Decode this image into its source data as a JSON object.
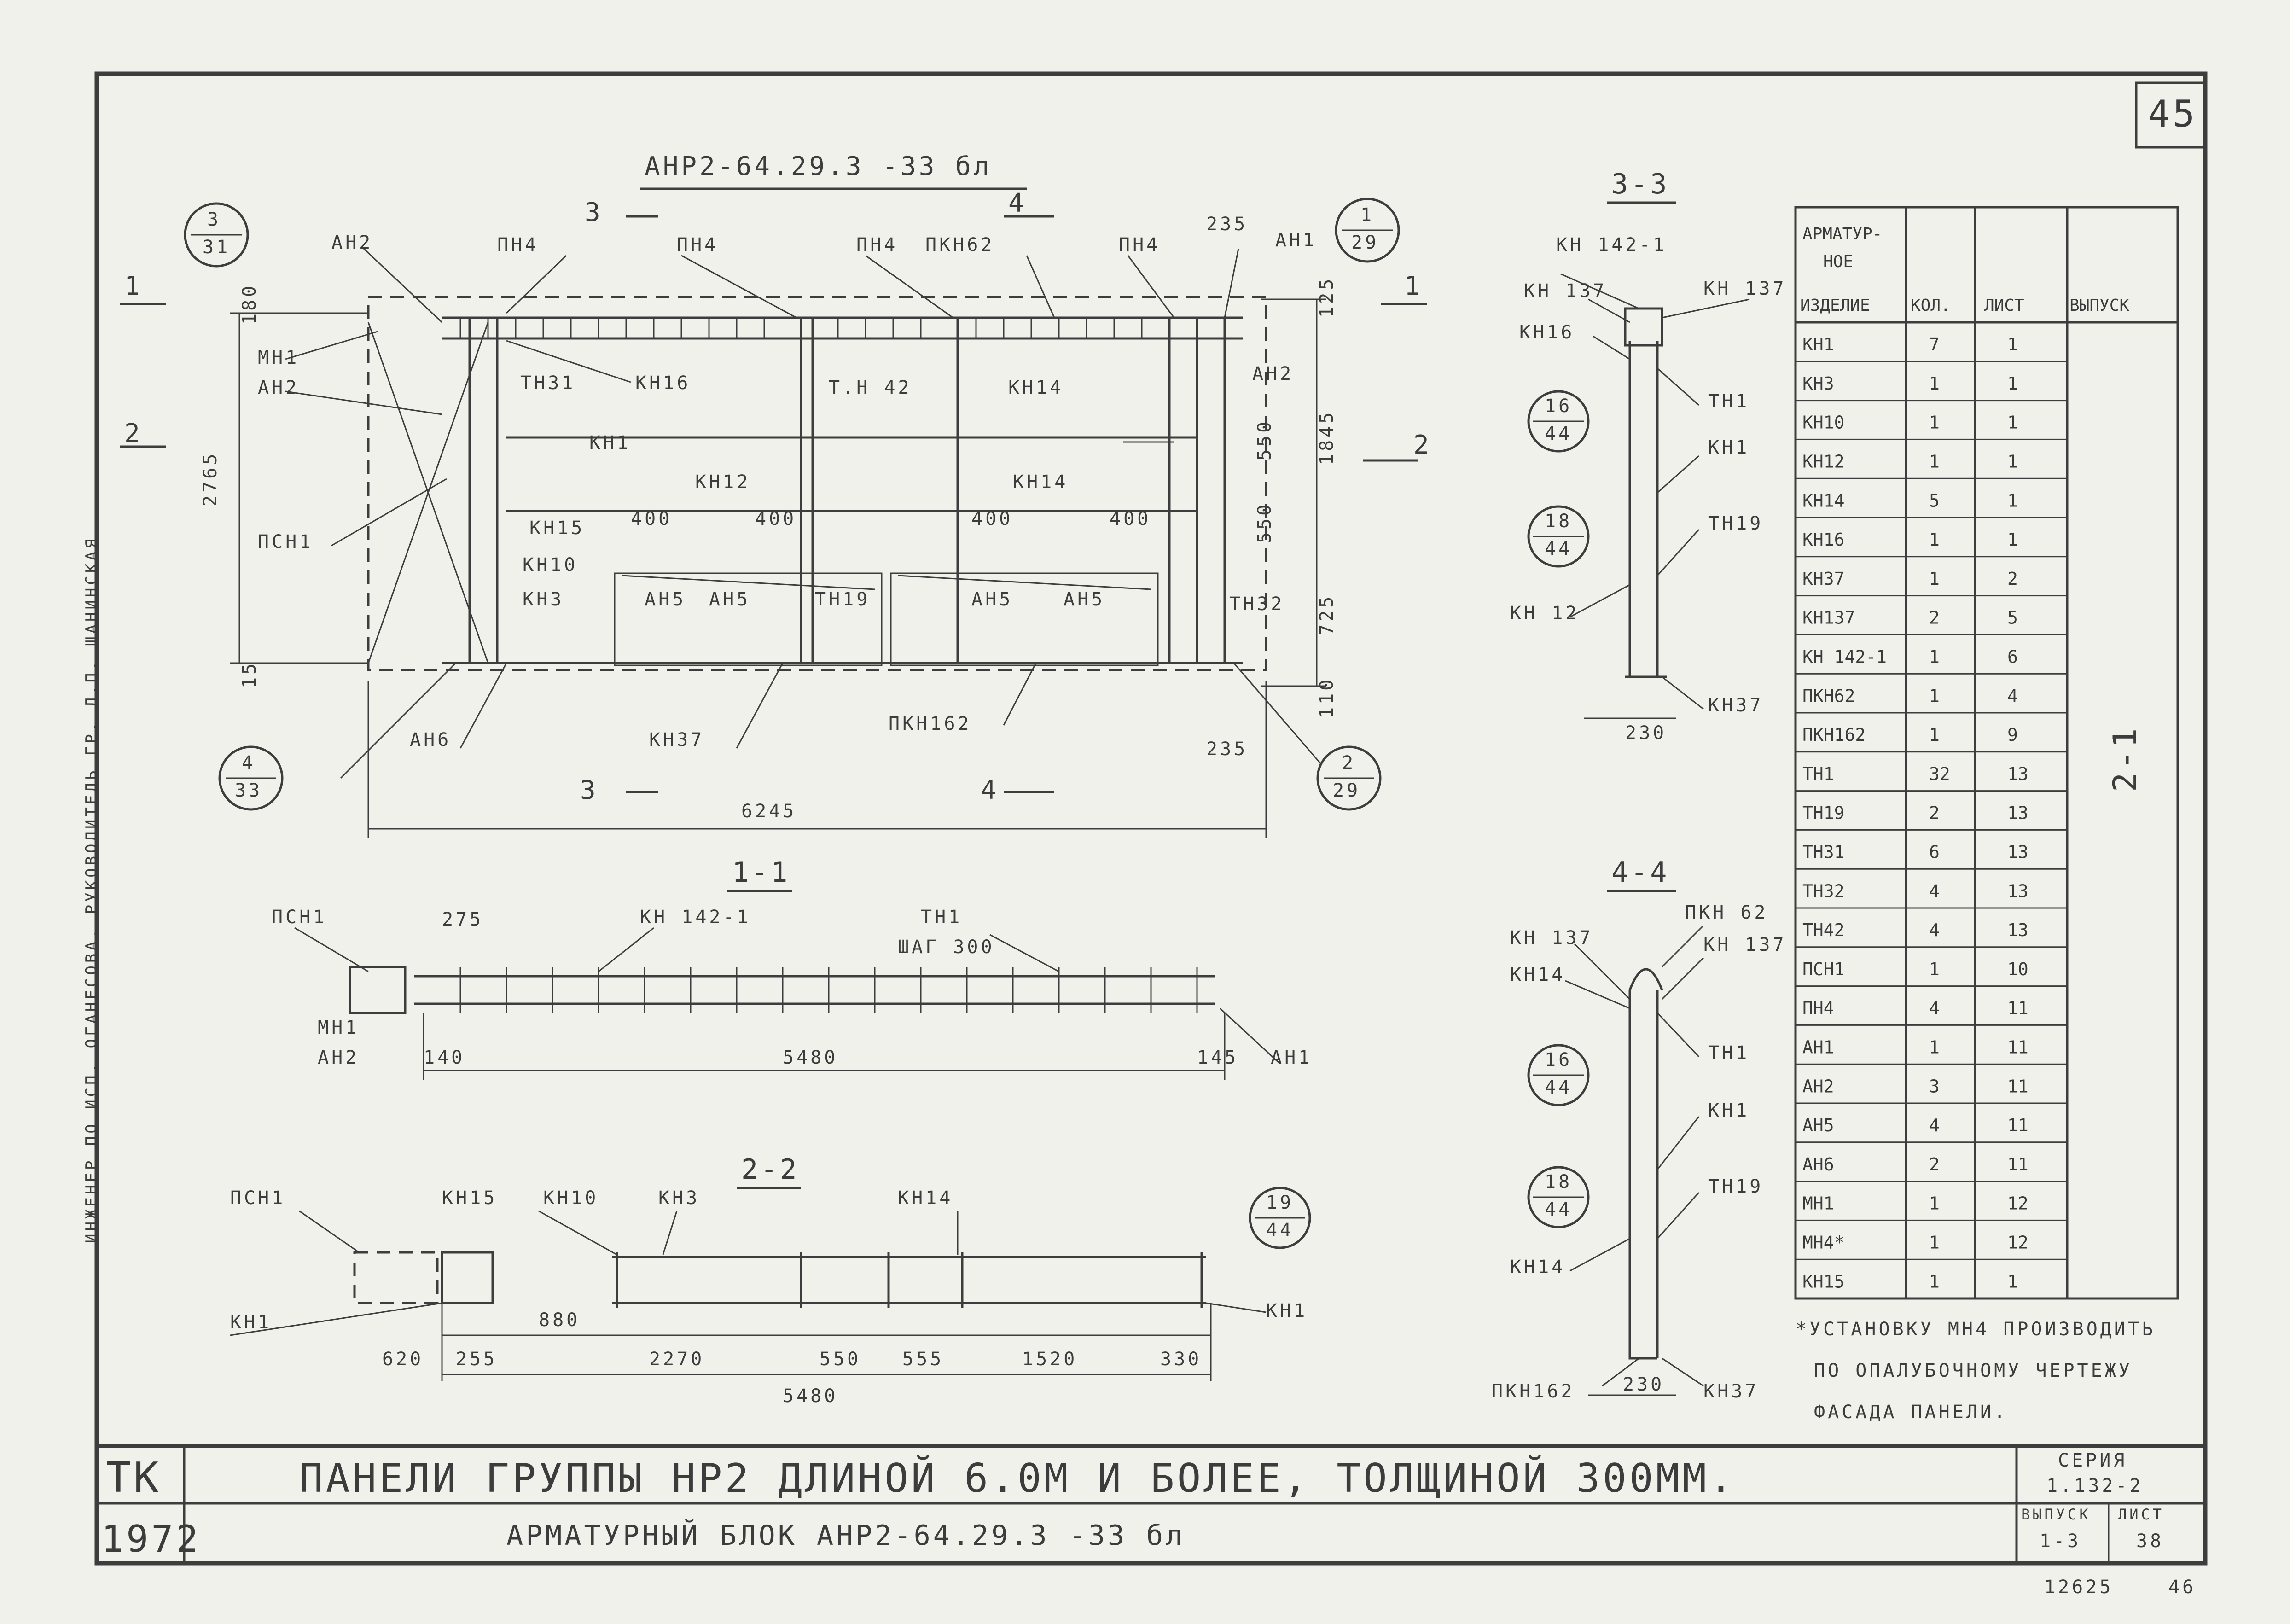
{
  "sheet_number": "45",
  "main_title": "АНР2-64.29.3 -33 бл",
  "left_margin_note": "ИНЖЕНЕР ПО ИСП. ОГАНЕСОВА, РУКОВОДИТЕЛЬ ГР. Л.П. ШАНИНСКАЯ",
  "elevation": {
    "labels": [
      "АН2",
      "МН1",
      "АН2",
      "ПСН1",
      "ТН31",
      "КН16",
      "КН1",
      "КН15",
      "КН10",
      "КН3",
      "АН5",
      "АН5",
      "ТН19",
      "АН6",
      "КН37",
      "ПН4",
      "ПН4",
      "ПН4",
      "ПКН62",
      "ПН4",
      "АН1",
      "Т.Н 42",
      "КН14",
      "КН12",
      "КН14",
      "АН5",
      "АН5",
      "АН2",
      "ТН32",
      "ПКН162"
    ],
    "dims": [
      "180",
      "2765",
      "15",
      "6245",
      "400",
      "400",
      "400",
      "400",
      "550",
      "550",
      "725",
      "1845",
      "125",
      "235",
      "235",
      "110"
    ],
    "section_marks": [
      "1",
      "1",
      "2",
      "2",
      "3",
      "3",
      "4",
      "4"
    ],
    "callouts": [
      {
        "top": "3",
        "bottom": "31"
      },
      {
        "top": "1",
        "bottom": "29"
      },
      {
        "top": "4",
        "bottom": "33"
      },
      {
        "top": "2",
        "bottom": "29"
      }
    ]
  },
  "section_1_1": {
    "title": "1-1",
    "labels": [
      "ПСН1",
      "МН1",
      "АН2",
      "КН 142-1",
      "ТН1",
      "ШАГ 300",
      "АН1"
    ],
    "dims": [
      "275",
      "140",
      "5480",
      "145"
    ]
  },
  "section_2_2": {
    "title": "2-2",
    "labels": [
      "ПСН1",
      "КН15",
      "КН10",
      "КН3",
      "КН14",
      "КН1",
      "КН1"
    ],
    "callout": {
      "top": "19",
      "bottom": "44"
    },
    "dims": [
      "880",
      "620",
      "255",
      "2270",
      "550",
      "555",
      "1520",
      "330",
      "5480"
    ]
  },
  "section_3_3": {
    "title": "3-3",
    "labels": [
      "КН 142-1",
      "КН 137",
      "КН 137",
      "КН16",
      "ТН1",
      "КН1",
      "ТН19",
      "КН 12",
      "КН37"
    ],
    "callouts": [
      {
        "top": "16",
        "bottom": "44"
      },
      {
        "top": "18",
        "bottom": "44"
      }
    ],
    "dims": [
      "230"
    ]
  },
  "section_4_4": {
    "title": "4-4",
    "labels": [
      "КН 137",
      "ПКН 62",
      "КН14",
      "КН 137",
      "ТН1",
      "КН1",
      "ТН19",
      "КН14",
      "ПКН162",
      "КН37"
    ],
    "callouts": [
      {
        "top": "16",
        "bottom": "44"
      },
      {
        "top": "18",
        "bottom": "44"
      }
    ],
    "dims": [
      "230"
    ]
  },
  "spec_table": {
    "headers": [
      "АРМАТУР-НОЕ ИЗДЕЛИЕ",
      "КОЛ.",
      "ЛИСТ",
      "ВЫПУСК"
    ],
    "issue": "2-1",
    "rows": [
      [
        "КН1",
        "7",
        "1"
      ],
      [
        "КН3",
        "1",
        "1"
      ],
      [
        "КН10",
        "1",
        "1"
      ],
      [
        "КН12",
        "1",
        "1"
      ],
      [
        "КН14",
        "5",
        "1"
      ],
      [
        "КН16",
        "1",
        "1"
      ],
      [
        "КН37",
        "1",
        "2"
      ],
      [
        "КН137",
        "2",
        "5"
      ],
      [
        "КН 142-1",
        "1",
        "6"
      ],
      [
        "ПКН62",
        "1",
        "4"
      ],
      [
        "ПКН162",
        "1",
        "9"
      ],
      [
        "ТН1",
        "32",
        "13"
      ],
      [
        "ТН19",
        "2",
        "13"
      ],
      [
        "ТН31",
        "6",
        "13"
      ],
      [
        "ТН32",
        "4",
        "13"
      ],
      [
        "ТН42",
        "4",
        "13"
      ],
      [
        "ПСН1",
        "1",
        "10"
      ],
      [
        "ПН4",
        "4",
        "11"
      ],
      [
        "АН1",
        "1",
        "11"
      ],
      [
        "АН2",
        "3",
        "11"
      ],
      [
        "АН5",
        "4",
        "11"
      ],
      [
        "АН6",
        "2",
        "11"
      ],
      [
        "МН1",
        "1",
        "12"
      ],
      [
        "МН4*",
        "1",
        "12"
      ],
      [
        "КН15",
        "1",
        "1"
      ]
    ],
    "footnote": [
      "*УСТАНОВКУ МН4 ПРОИЗВОДИТЬ",
      "ПО ОПАЛУБОЧНОМУ ЧЕРТЕЖУ",
      "ФАСАДА ПАНЕЛИ."
    ]
  },
  "title_block": {
    "org": "ТК",
    "year": "1972",
    "title": "ПАНЕЛИ ГРУППЫ НР2 ДЛИНОЙ 6.0М И БОЛЕЕ, ТОЛЩИНОЙ 300ММ.",
    "subtitle": "АРМАТУРНЫЙ БЛОК АНР2-64.29.3 -33 бл",
    "series_label": "СЕРИЯ",
    "series": "1.132-2",
    "issue_label": "ВЫПУСК",
    "issue": "1-3",
    "sheet_label": "ЛИСТ",
    "sheet": "38"
  },
  "stamp_numbers": [
    "12625",
    "46"
  ]
}
